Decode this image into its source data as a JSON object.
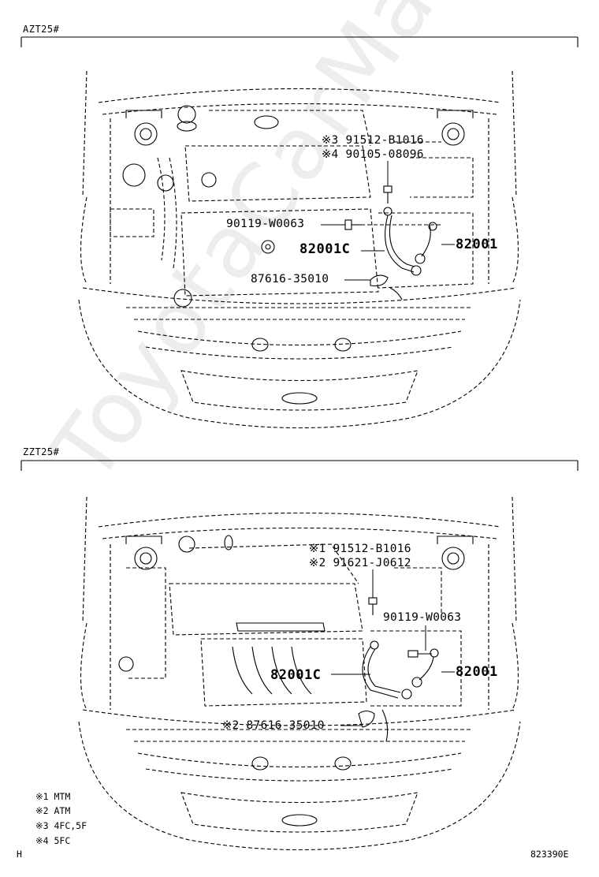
{
  "watermark": "ToyotaCarMart.ru",
  "section_top": {
    "label": "AZT25#",
    "parts": {
      "p1": "※3 91512-B1016",
      "p2": "※4 90105-08096",
      "p3": "90119-W0063",
      "p4": "82001C",
      "p5": "82001",
      "p6": "87616-35010"
    }
  },
  "section_bottom": {
    "label": "ZZT25#",
    "parts": {
      "p1": "※1 91512-B1016",
      "p2": "※2 91621-J0612",
      "p3": "90119-W0063",
      "p4": "82001C",
      "p5": "82001",
      "p6": "※2 87616-35010"
    }
  },
  "notes": [
    "※1  MTM",
    "※2  ATM",
    "※3  4FC,5F",
    "※4  5FC"
  ],
  "footer": {
    "left": "H",
    "right": "823390E"
  }
}
